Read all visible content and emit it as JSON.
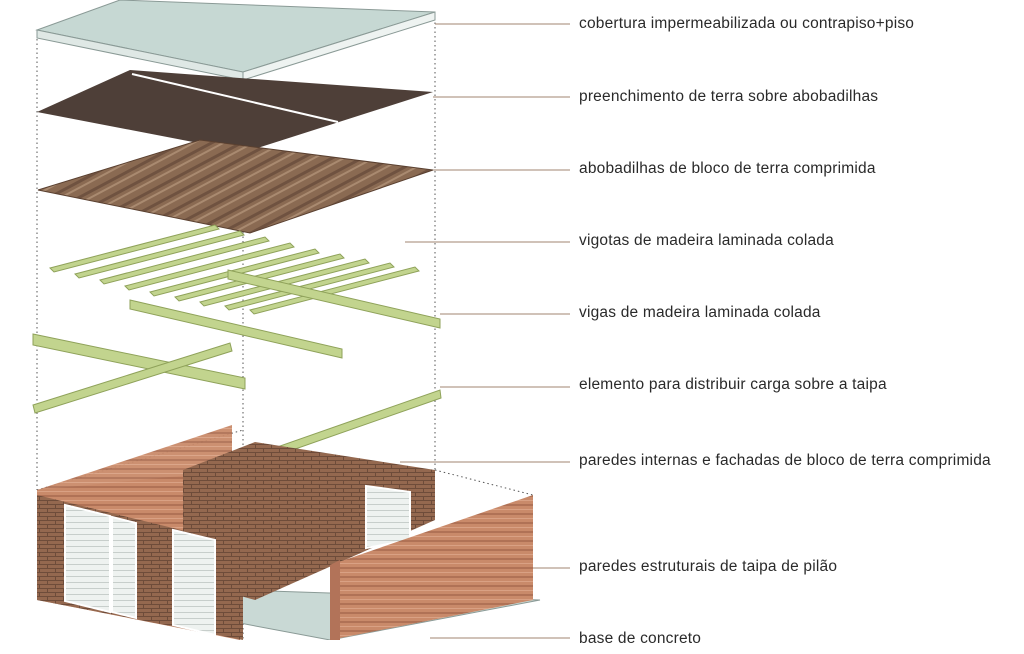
{
  "labels": [
    {
      "id": "cover",
      "text": "cobertura impermeabilizada ou contrapiso+piso"
    },
    {
      "id": "fill",
      "text": "preenchimento de terra sobre abobadilhas"
    },
    {
      "id": "vaults",
      "text": "abobadilhas de bloco de terra comprimida"
    },
    {
      "id": "joists",
      "text": "vigotas de madeira laminada colada"
    },
    {
      "id": "beams",
      "text": "vigas de madeira laminada colada"
    },
    {
      "id": "distribution",
      "text": "elemento para distribuir carga sobre a taipa"
    },
    {
      "id": "inner-walls",
      "text": "paredes internas e fachadas de bloco de terra comprimida"
    },
    {
      "id": "rammed-walls",
      "text": "paredes estruturais de taipa de pilão"
    },
    {
      "id": "base",
      "text": "base de concreto"
    }
  ],
  "colors": {
    "leader": "#a08572",
    "cover_top": "#c6d8d3",
    "fill": "#4e3f38",
    "vault": "#8a6a52",
    "timber": "#c2d48e",
    "rammed_earth": "#c98a6a",
    "brick": "#9b6f55"
  }
}
